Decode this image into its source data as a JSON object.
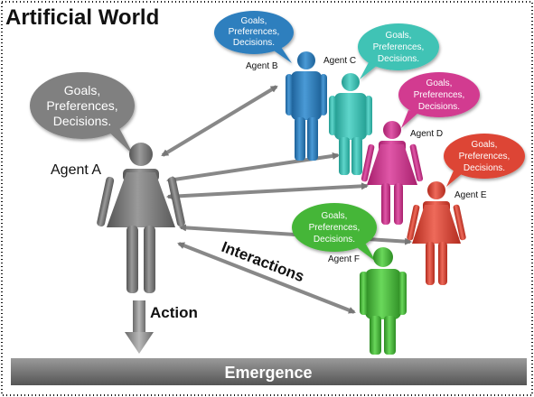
{
  "title": "Artificial World",
  "bottom_bar": "Emergence",
  "action_label": "Action",
  "interactions_label": "Interactions",
  "agents": {
    "a": {
      "name": "Agent A",
      "bubble": [
        "Goals,",
        "Preferences,",
        "Decisions."
      ],
      "color": "#7c7c7c"
    },
    "b": {
      "name": "Agent B",
      "bubble": [
        "Goals,",
        "Preferences,",
        "Decisions."
      ],
      "color": "#2f7fbf"
    },
    "c": {
      "name": "Agent C",
      "bubble": [
        "Goals,",
        "Preferences,",
        "Decisions."
      ],
      "color": "#3ec2b6"
    },
    "d": {
      "name": "Agent D",
      "bubble": [
        "Goals,",
        "Preferences,",
        "Decisions."
      ],
      "color": "#d2388f"
    },
    "e": {
      "name": "Agent E",
      "bubble": [
        "Goals,",
        "Preferences,",
        "Decisions."
      ],
      "color": "#dd4434"
    },
    "f": {
      "name": "Agent F",
      "bubble": [
        "Goals,",
        "Preferences,",
        "Decisions."
      ],
      "color": "#44b536"
    }
  }
}
